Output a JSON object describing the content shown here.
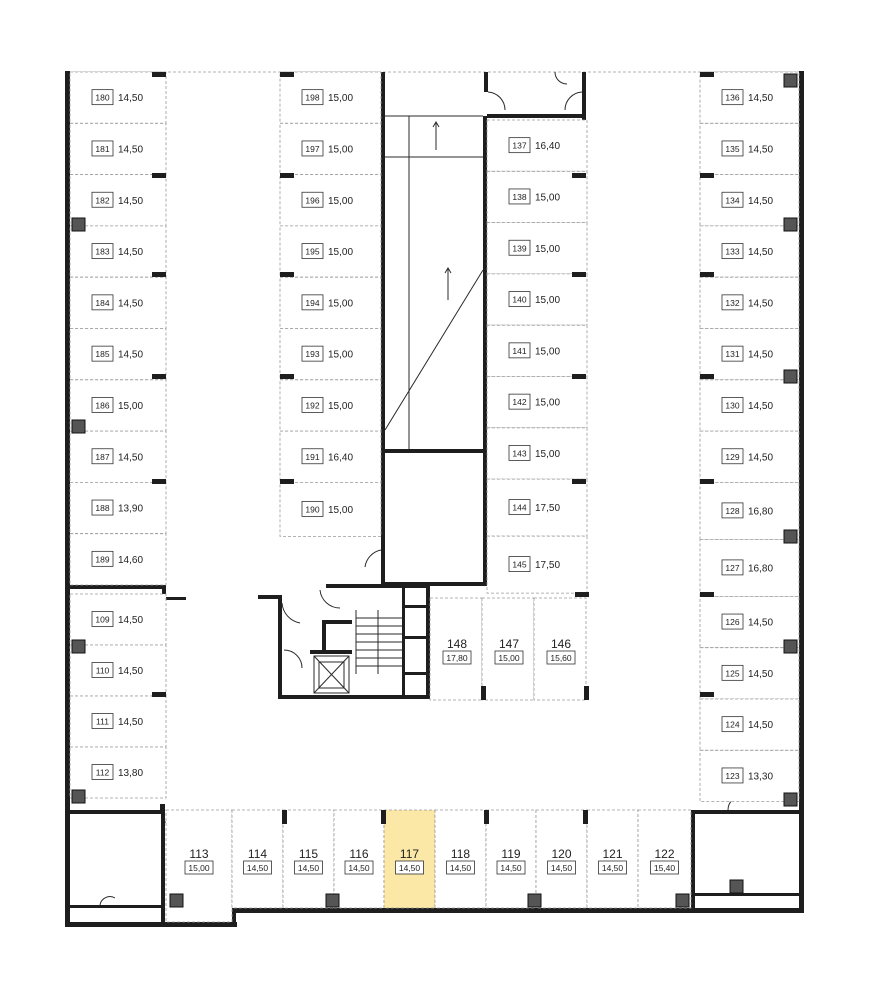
{
  "plan": {
    "selected_space": "117",
    "colors": {
      "selected": "#fbe7a6",
      "walls": "#1e1e1e",
      "dividers": "#9a9a9a"
    },
    "left_column_a": [
      {
        "num": "180",
        "area": "14,50"
      },
      {
        "num": "181",
        "area": "14,50"
      },
      {
        "num": "182",
        "area": "14,50"
      },
      {
        "num": "183",
        "area": "14,50"
      },
      {
        "num": "184",
        "area": "14,50"
      },
      {
        "num": "185",
        "area": "14,50"
      },
      {
        "num": "186",
        "area": "15,00"
      },
      {
        "num": "187",
        "area": "14,50"
      },
      {
        "num": "188",
        "area": "13,90"
      },
      {
        "num": "189",
        "area": "14,60"
      }
    ],
    "left_column_b": [
      {
        "num": "109",
        "area": "14,50"
      },
      {
        "num": "110",
        "area": "14,50"
      },
      {
        "num": "111",
        "area": "14,50"
      },
      {
        "num": "112",
        "area": "13,80"
      }
    ],
    "inner_left_column": [
      {
        "num": "198",
        "area": "15,00"
      },
      {
        "num": "197",
        "area": "15,00"
      },
      {
        "num": "196",
        "area": "15,00"
      },
      {
        "num": "195",
        "area": "15,00"
      },
      {
        "num": "194",
        "area": "15,00"
      },
      {
        "num": "193",
        "area": "15,00"
      },
      {
        "num": "192",
        "area": "15,00"
      },
      {
        "num": "191",
        "area": "16,40"
      },
      {
        "num": "190",
        "area": "15,00"
      }
    ],
    "inner_right_column": [
      {
        "num": "137",
        "area": "16,40"
      },
      {
        "num": "138",
        "area": "15,00"
      },
      {
        "num": "139",
        "area": "15,00"
      },
      {
        "num": "140",
        "area": "15,00"
      },
      {
        "num": "141",
        "area": "15,00"
      },
      {
        "num": "142",
        "area": "15,00"
      },
      {
        "num": "143",
        "area": "15,00"
      },
      {
        "num": "144",
        "area": "17,50"
      },
      {
        "num": "145",
        "area": "17,50"
      }
    ],
    "right_column": [
      {
        "num": "136",
        "area": "14,50"
      },
      {
        "num": "135",
        "area": "14,50"
      },
      {
        "num": "134",
        "area": "14,50"
      },
      {
        "num": "133",
        "area": "14,50"
      },
      {
        "num": "132",
        "area": "14,50"
      },
      {
        "num": "131",
        "area": "14,50"
      },
      {
        "num": "130",
        "area": "14,50"
      },
      {
        "num": "129",
        "area": "14,50"
      },
      {
        "num": "128",
        "area": "16,80"
      },
      {
        "num": "127",
        "area": "16,80"
      },
      {
        "num": "126",
        "area": "14,50"
      },
      {
        "num": "125",
        "area": "14,50"
      },
      {
        "num": "124",
        "area": "14,50"
      },
      {
        "num": "123",
        "area": "13,30"
      }
    ],
    "middle_row": [
      {
        "num": "148",
        "area": "17,80"
      },
      {
        "num": "147",
        "area": "15,00"
      },
      {
        "num": "146",
        "area": "15,60"
      }
    ],
    "bottom_row": [
      {
        "num": "113",
        "area": "15,00"
      },
      {
        "num": "114",
        "area": "14,50"
      },
      {
        "num": "115",
        "area": "14,50"
      },
      {
        "num": "116",
        "area": "14,50"
      },
      {
        "num": "117",
        "area": "14,50"
      },
      {
        "num": "118",
        "area": "14,50"
      },
      {
        "num": "119",
        "area": "14,50"
      },
      {
        "num": "120",
        "area": "14,50"
      },
      {
        "num": "121",
        "area": "14,50"
      },
      {
        "num": "122",
        "area": "15,40"
      }
    ]
  }
}
